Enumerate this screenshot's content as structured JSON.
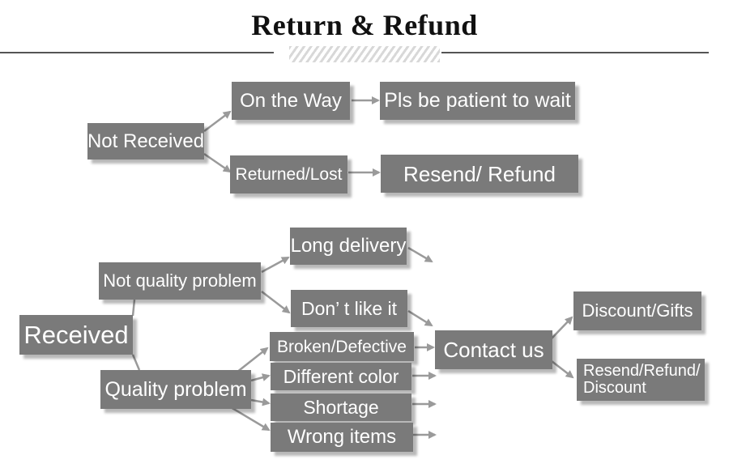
{
  "title": "Return & Refund",
  "nodes": {
    "not_received": "Not Received",
    "on_the_way": "On the Way",
    "pls_wait": "Pls be patient to wait",
    "returned_lost": "Returned/Lost",
    "resend_refund": "Resend/ Refund",
    "received": "Received",
    "not_quality_problem": "Not quality problem",
    "long_delivery": "Long delivery",
    "dont_like_it": "Don’ t like it",
    "quality_problem": "Quality problem",
    "broken_defective": "Broken/Defective",
    "different_color": "Different color",
    "shortage": "Shortage",
    "wrong_items": "Wrong items",
    "contact_us": "Contact us",
    "discount_gifts": "Discount/Gifts",
    "resend_refund_discount_line1": "Resend/Refund/",
    "resend_refund_discount_line2": "Discount"
  },
  "colors": {
    "box_fill": "#7a7a7a",
    "box_text": "#ffffff",
    "arrow": "#9a9a9a",
    "title": "#111111"
  }
}
